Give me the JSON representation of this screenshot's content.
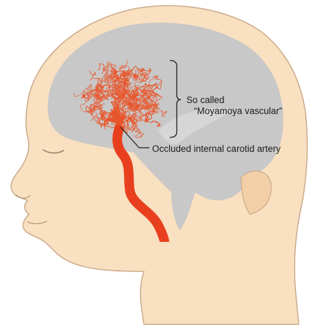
{
  "labels": {
    "moyamoya_line1": "So called",
    "moyamoya_line2": "“Moyamoya vascular”",
    "occluded_artery": "Occluded internal carotid artery"
  },
  "colors": {
    "skin": "#f9e0c0",
    "skin_outline": "#caa88a",
    "brain": "#c8c8c8",
    "artery": "#e8401e",
    "moyamoya_vessels": "#e8552a",
    "text": "#1a1a1a"
  }
}
